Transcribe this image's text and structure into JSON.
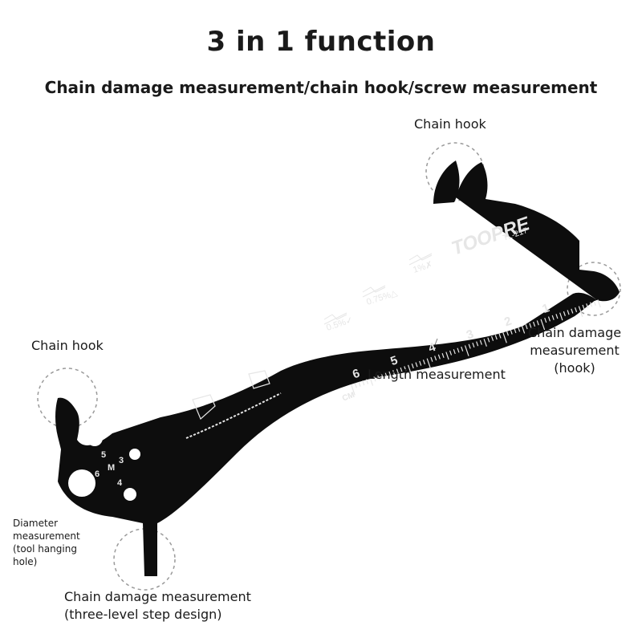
{
  "header": {
    "title": "3 in 1 function",
    "subtitle": "Chain damage measurement/chain hook/screw measurement"
  },
  "callouts": {
    "chain_hook_top": "Chain hook",
    "chain_hook_left": "Chain hook",
    "chain_damage_hook": [
      "Chain damage",
      "measurement",
      "(hook)"
    ],
    "length_measurement": "Length measurement",
    "diameter": [
      "Diameter",
      "measurement",
      "(tool hanging",
      "hole)"
    ],
    "chain_damage_step": [
      "Chain damage measurement",
      "(three-level step design)"
    ]
  },
  "tool": {
    "brand": "TOOPRE",
    "model": "TL-217",
    "ruler_unit": "CM",
    "ruler_numbers": [
      "6",
      "5",
      "4",
      "3",
      "2",
      "1"
    ],
    "wear_marks": [
      "0.5%✓",
      "0.75%△",
      "1%✗"
    ],
    "hole_labels": [
      "5",
      "6",
      "M",
      "3",
      "4"
    ],
    "colors": {
      "body": "#0d0d0d",
      "engraving": "#e6e6e6",
      "callout_ring": "#9a9a9a"
    }
  }
}
